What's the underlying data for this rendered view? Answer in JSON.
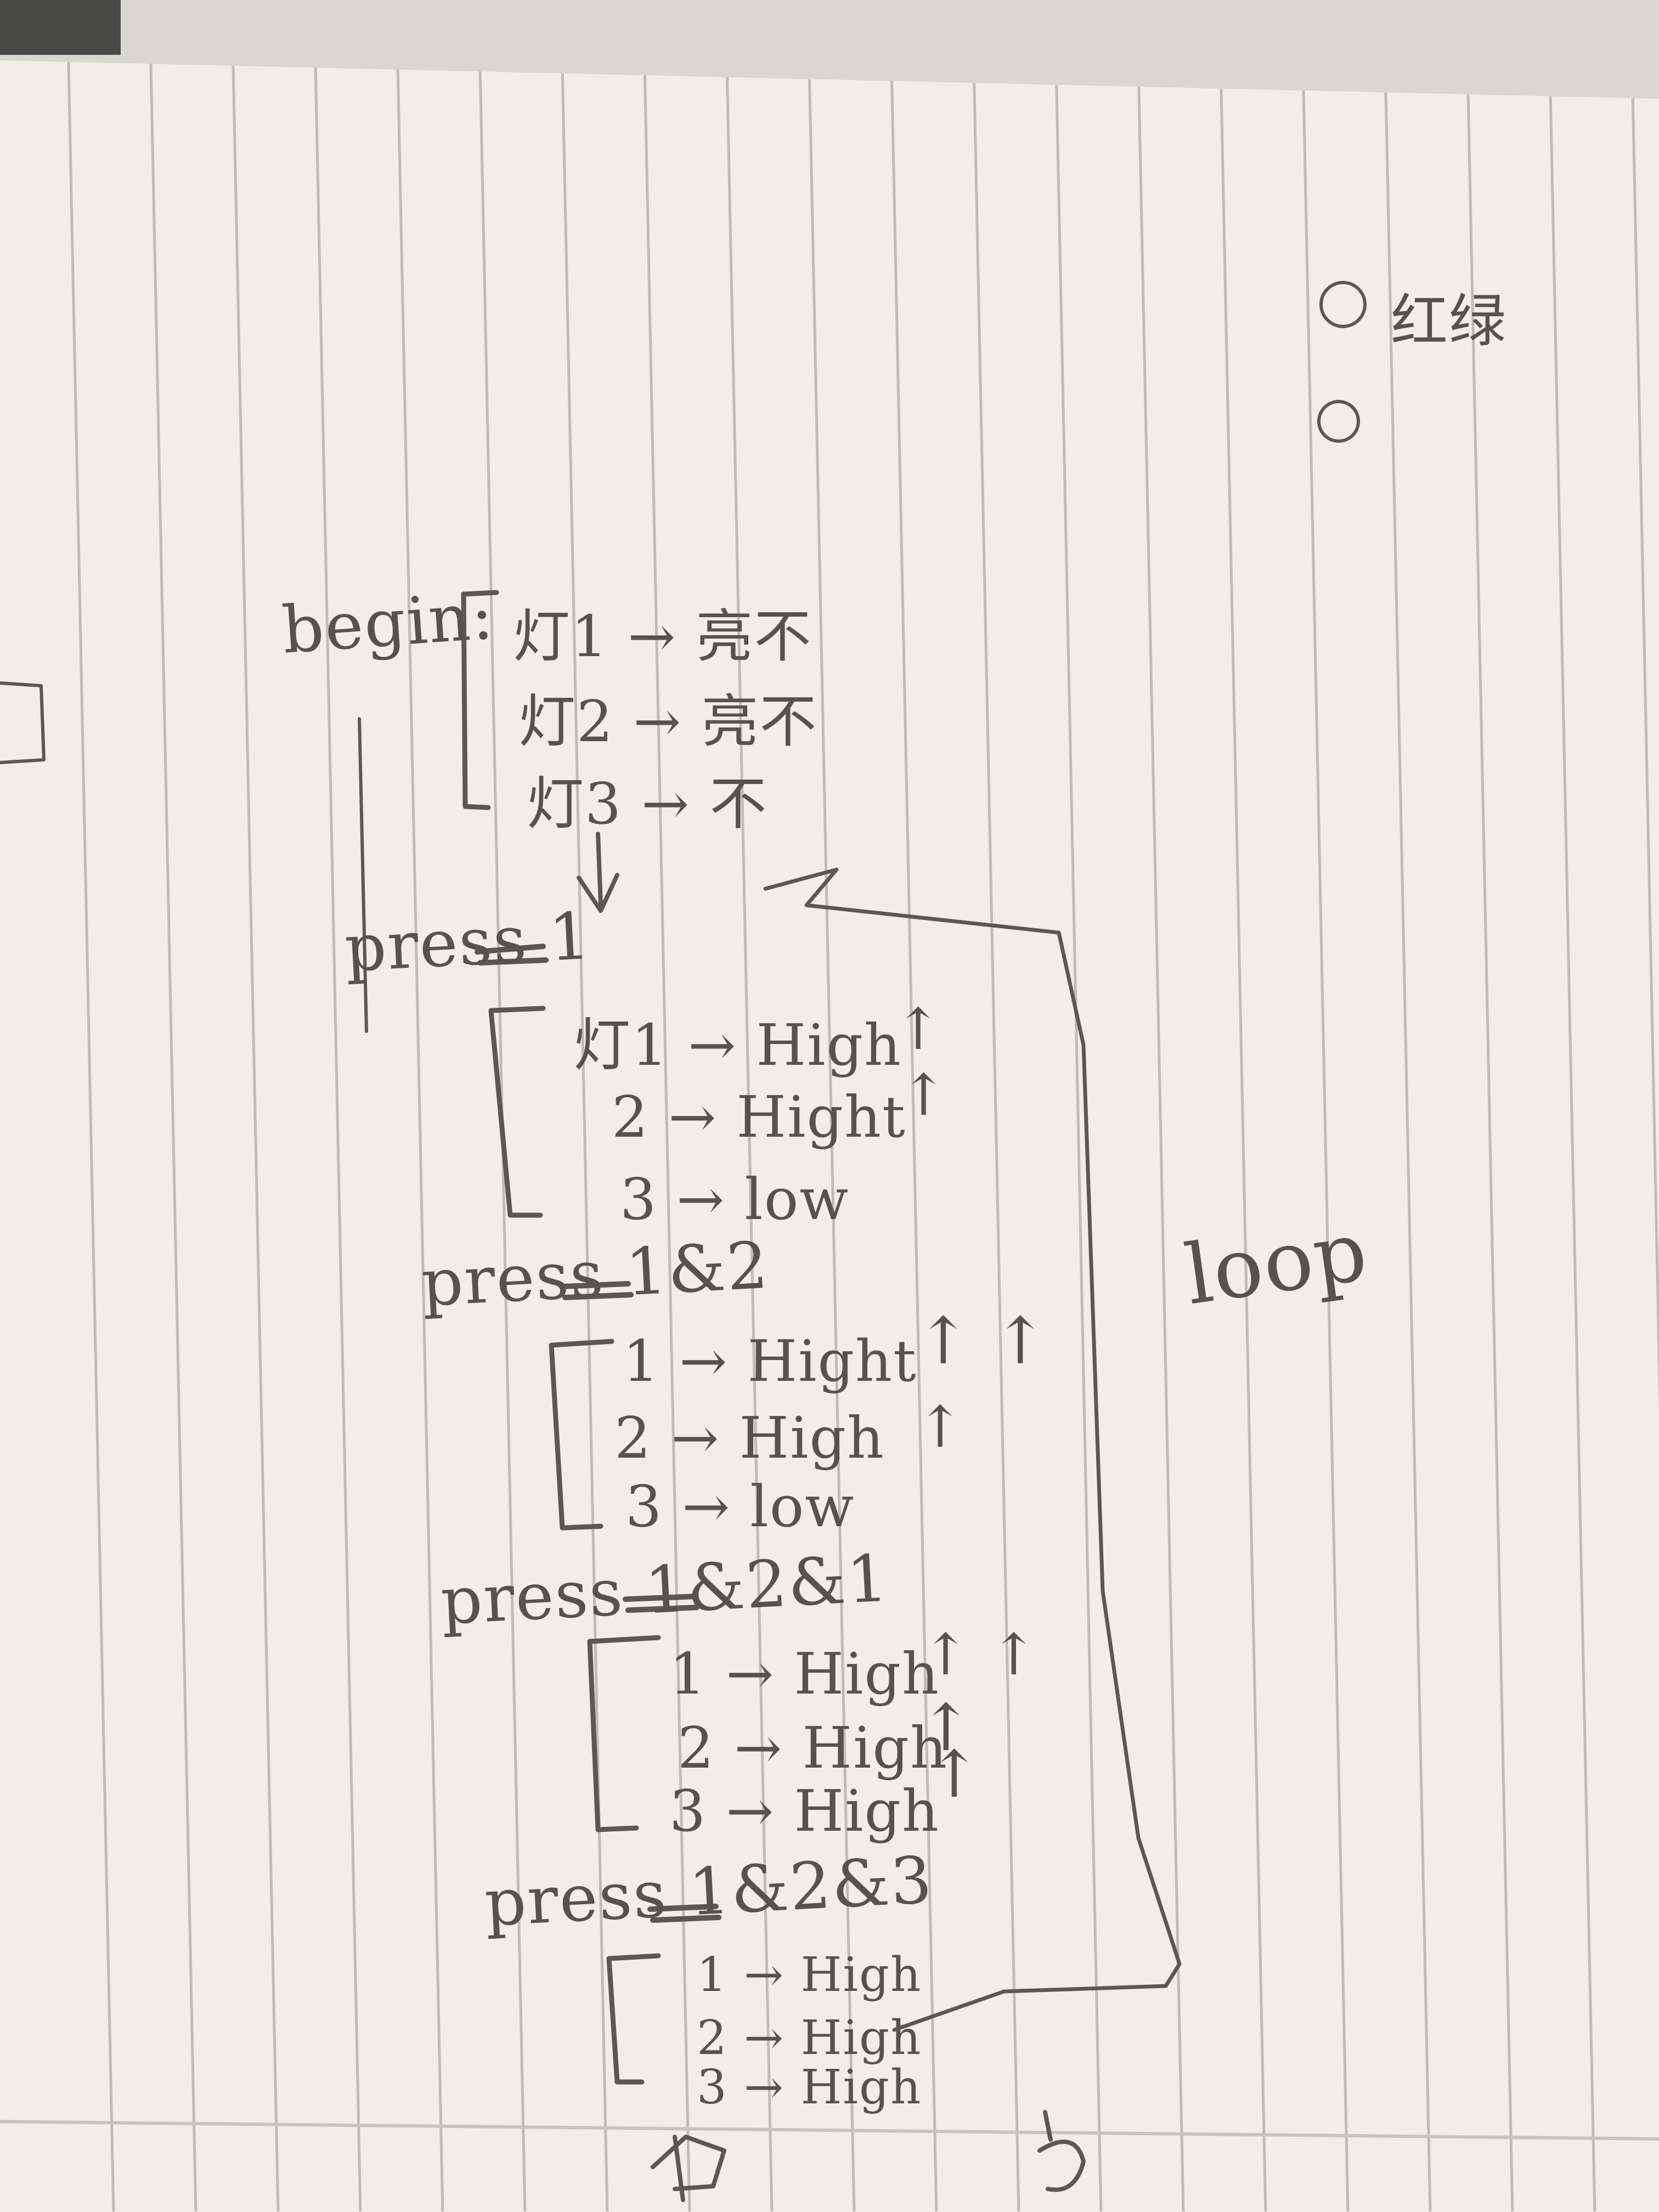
{
  "note": {
    "top_right": [
      {
        "marker": "①",
        "text": "红绿"
      },
      {
        "marker": "②",
        "text": ""
      }
    ],
    "loop_label": "loop",
    "sections": [
      {
        "heading": "begin:",
        "lines": [
          "灯1 → 亮不",
          "灯2 → 亮不",
          "灯3 → 不"
        ],
        "arrows": [
          "",
          "",
          ""
        ]
      },
      {
        "heading": "press 1",
        "lines": [
          "灯1 → High",
          "2 → Hight",
          "3 → low"
        ],
        "arrows": [
          "↑",
          "↑",
          ""
        ]
      },
      {
        "heading": "press 1&2",
        "lines": [
          "1 → Hight",
          "2 → High",
          "3 → low"
        ],
        "arrows": [
          "↑ ↑",
          "↑",
          ""
        ]
      },
      {
        "heading": "press 1&2&1",
        "lines": [
          "1 → High",
          "2 → High",
          "3 → High"
        ],
        "arrows": [
          "↑ ↑",
          "↑",
          "↑"
        ]
      },
      {
        "heading": "press 1&2&3",
        "lines": [
          "1 → High",
          "2 → High",
          "3 → High"
        ],
        "arrows": [
          "",
          "",
          ""
        ]
      }
    ]
  }
}
